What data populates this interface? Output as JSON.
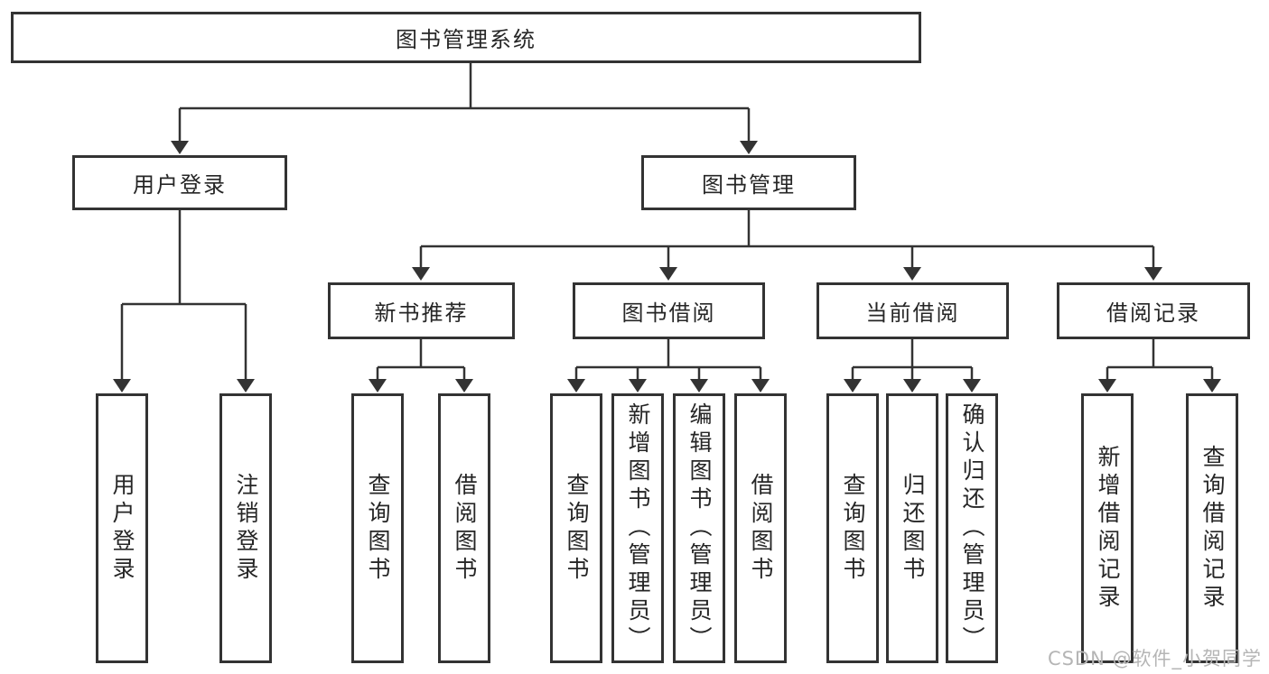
{
  "diagram": {
    "title": "图书管理系统",
    "branches": [
      {
        "label": "用户登录",
        "children": [
          "用户登录",
          "注销登录"
        ]
      },
      {
        "label": "图书管理",
        "groups": [
          {
            "label": "新书推荐",
            "children": [
              "查询图书",
              "借阅图书"
            ]
          },
          {
            "label": "图书借阅",
            "children": [
              "查询图书",
              "新增图书（管理员）",
              "编辑图书（管理员）",
              "借阅图书"
            ]
          },
          {
            "label": "当前借阅",
            "children": [
              "查询图书",
              "归还图书",
              "确认归还（管理员）"
            ]
          },
          {
            "label": "借阅记录",
            "children": [
              "新增借阅记录",
              "查询借阅记录"
            ]
          }
        ]
      }
    ]
  },
  "watermark": {
    "text": "CSDN @软件_小贺同学"
  },
  "colors": {
    "line": "#333333",
    "text": "#262626",
    "background": "#ffffff",
    "watermark": "#b5b5b5"
  }
}
